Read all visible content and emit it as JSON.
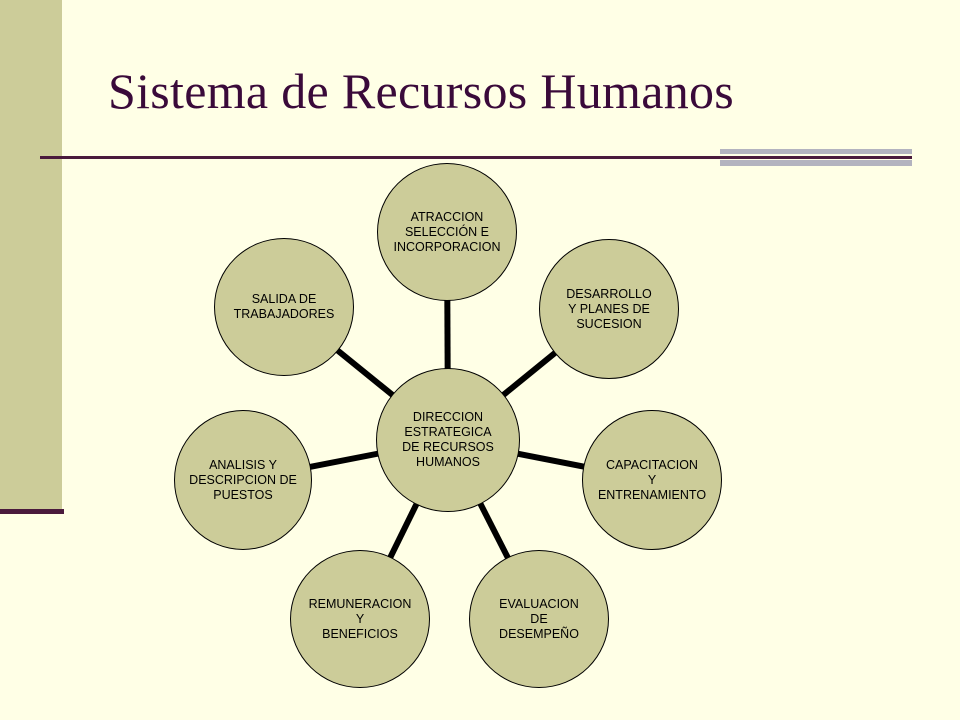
{
  "slide": {
    "title": "Sistema de Recursos Humanos"
  },
  "diagram": {
    "center": "DIRECCION\nESTRATEGICA\nDE RECURSOS\nHUMANOS",
    "nodes": [
      "ATRACCION\nSELECCIÓN E\nINCORPORACION",
      "DESARROLLO\nY PLANES DE\nSUCESION",
      "CAPACITACION\nY\nENTRENAMIENTO",
      "EVALUACION\nDE\nDESEMPEÑO",
      "REMUNERACION\nY\nBENEFICIOS",
      "ANALISIS Y\nDESCRIPCION DE\nPUESTOS",
      "SALIDA DE\nTRABAJADORES"
    ]
  },
  "colors": {
    "background": "#ffffe6",
    "node_fill": "#cccc99",
    "title": "#3a0a3a",
    "rule": "#4a1a3c",
    "accent_gray": "#b3b3bf"
  }
}
